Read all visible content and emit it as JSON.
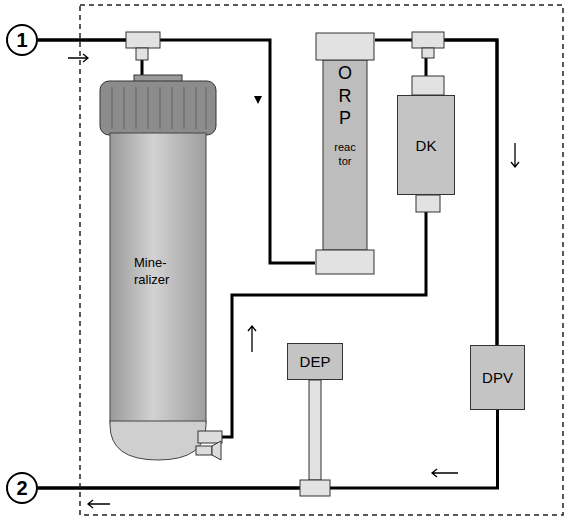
{
  "diagram": {
    "nodes": [
      {
        "text": [
          "1"
        ]
      },
      {
        "text": [
          "O R P",
          "reac tor"
        ]
      },
      {
        "text": [
          "DK"
        ]
      },
      {
        "text": [
          "Mine- ralizer"
        ]
      },
      {
        "text": [
          "DPV"
        ]
      },
      {
        "text": [
          "DEP"
        ]
      },
      {
        "text": [
          "2"
        ]
      }
    ],
    "edges": [
      {
        "from": 0,
        "to": 3,
        "arrow": "none"
      },
      {
        "from": 0,
        "to": 1,
        "arrow": "none"
      },
      {
        "from": 1,
        "to": 4,
        "arrow": "none"
      },
      {
        "from": 3,
        "to": 2,
        "arrow": "none"
      },
      {
        "from": 2,
        "to": 4,
        "arrow": "none"
      },
      {
        "from": 4,
        "to": 6,
        "arrow": "none"
      },
      {
        "from": 5,
        "to": 6,
        "arrow": "none"
      }
    ]
  }
}
